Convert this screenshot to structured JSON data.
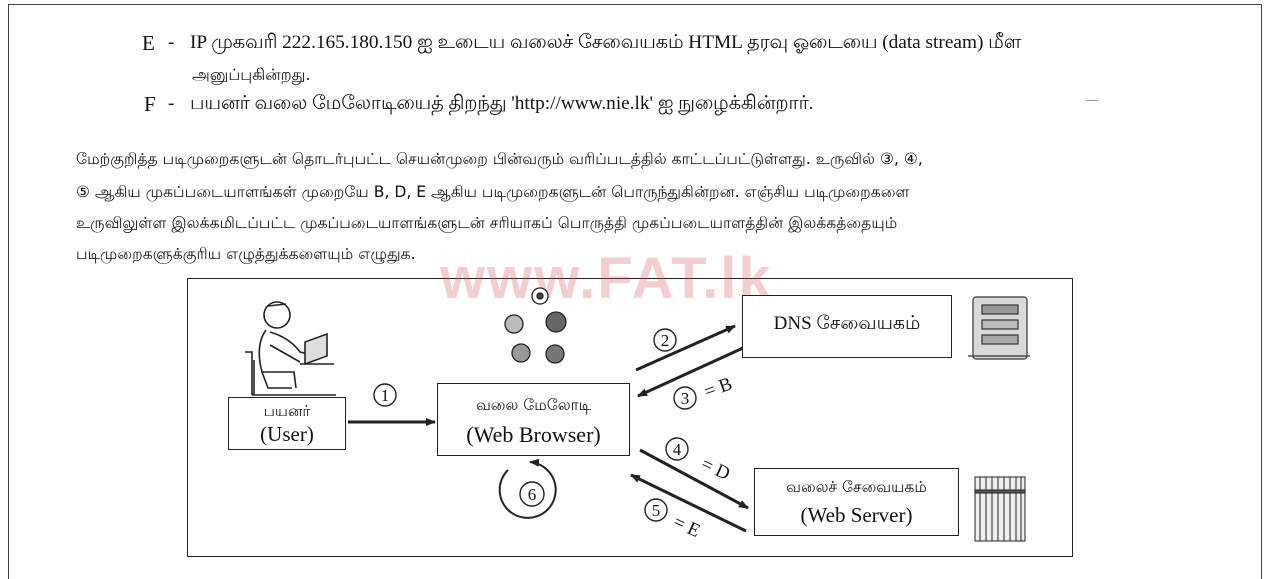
{
  "items": [
    {
      "letter": "E",
      "dash": "-",
      "text": "IP முகவரி 222.165.180.150 ஐ உடைய வலைச் சேவையகம் HTML தரவு ஓடையை (data stream) மீள",
      "cont": "அனுப்புகின்றது."
    },
    {
      "letter": "F",
      "dash": "-",
      "text": "பயனர் வலை மேலோடியைத் திறந்து 'http://www.nie.lk' ஐ நுழைக்கின்றார்."
    }
  ],
  "instructions": [
    "மேற்குறித்த படிமுறைகளுடன் தொடர்புபட்ட செயன்முறை பின்வரும் வரிப்படத்தில் காட்டப்பட்டுள்ளது. உருவில் ③, ④,",
    "⑤ ஆகிய முகப்படையாளங்கள் முறையே B, D, E ஆகிய படிமுறைகளுடன் பொருந்துகின்றன. எஞ்சிய படிமுறைகளை",
    "உருவிலுள்ள இலக்கமிடப்பட்ட முகப்படையாளங்களுடன் சரியாகப் பொருத்தி முகப்படையாளத்தின் இலக்கத்தையும்",
    "படிமுறைகளுக்குரிய எழுத்துக்களையும் எழுதுக."
  ],
  "watermark": "www.FAT.lk",
  "diagram": {
    "user": {
      "ta": "பயனர்",
      "en": "(User)"
    },
    "browser": {
      "ta": "வலை மேலோடி",
      "en": "(Web Browser)"
    },
    "dns": {
      "label": "DNS சேவையகம்"
    },
    "server": {
      "ta": "வலைச் சேவையகம்",
      "en": "(Web Server)"
    },
    "markers": {
      "m1": "1",
      "m2": "2",
      "m3": "3",
      "m4": "4",
      "m5": "5",
      "m6": "6"
    },
    "eq": {
      "b": "= B",
      "d": "= D",
      "e": "= E"
    }
  }
}
